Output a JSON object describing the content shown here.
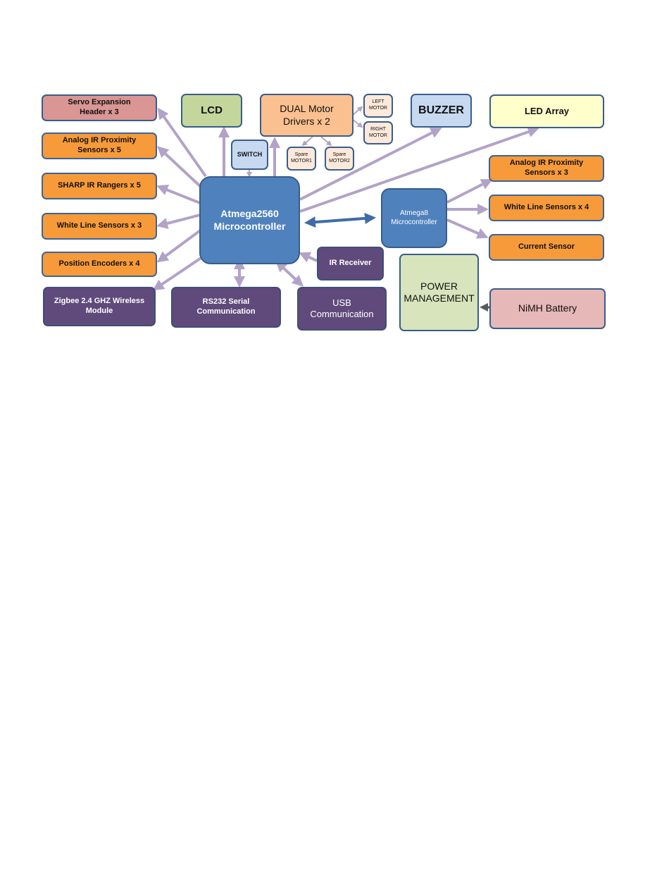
{
  "nodes": {
    "servo": "Servo Expansion\nHeader x 3",
    "analog_ir_5": "Analog IR Proximity\nSensors x 5",
    "sharp_ir": "SHARP IR Rangers x 5",
    "white_line_3": "White Line Sensors x  3",
    "position_encoders": "Position Encoders x 4",
    "zigbee": "Zigbee 2.4 GHZ Wireless\nModule",
    "rs232": "RS232 Serial\nCommunication",
    "usb": "USB\nCommunication",
    "ir_receiver": "IR Receiver",
    "lcd": "LCD",
    "switch": "SWITCH",
    "dual_motor": "DUAL Motor\nDrivers x 2",
    "left_motor": "LEFT\nMOTOR",
    "right_motor": "RIGHT\nMOTOR",
    "spare_motor1": "Spare\nMOTOR1",
    "spare_motor2": "Spare\nMOTOR2",
    "buzzer": "BUZZER",
    "led_array": "LED Array",
    "atmega2560": "Atmega2560\nMicrocontroller",
    "atmega8": "Atmega8\nMicrocontroller",
    "analog_ir_3": "Analog IR Proximity\nSensors x 3",
    "white_line_4": "White Line Sensors x  4",
    "current_sensor": "Current Sensor",
    "power_management": "POWER\nMANAGEMENT",
    "nimh_battery": "NiMH Battery"
  },
  "colors": {
    "arrow": "#b3a2c7",
    "link": "#3f6ca8",
    "dark_arrow": "#595959"
  }
}
